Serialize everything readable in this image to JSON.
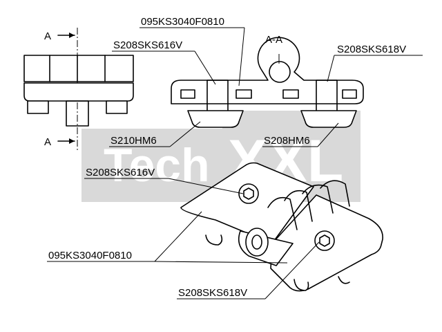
{
  "section_marker": "A",
  "section_title": "A-A",
  "watermark": {
    "text_left": "Tech",
    "text_right": "XXL"
  },
  "callouts": {
    "profile_top": "095KS3040F0810",
    "screw_left_top": "S208SKS616V",
    "screw_right_top": "S208SKS618V",
    "nut_left": "S210HM6",
    "nut_right": "S208HM6",
    "screw_left_iso": "S208SKS616V",
    "profile_iso": "095KS3040F0810",
    "screw_right_iso": "S208SKS618V"
  }
}
